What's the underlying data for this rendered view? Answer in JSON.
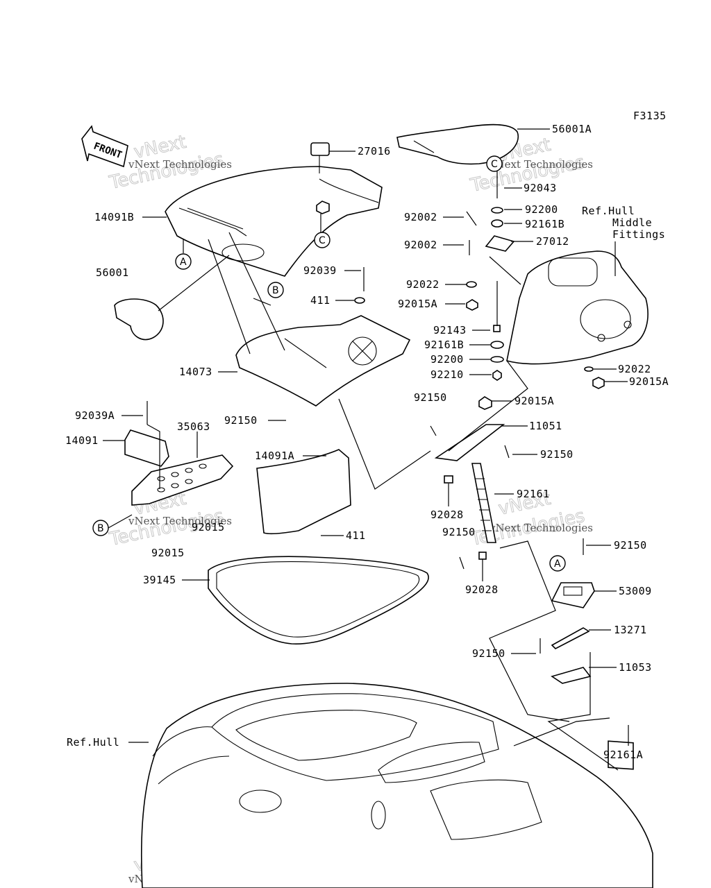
{
  "figure_code": "F3135",
  "front_label": "FRONT",
  "watermark": {
    "brand": "vNext Technologies",
    "short": "vNext",
    "word": "Technologies"
  },
  "callouts": {
    "a": "A",
    "b": "B",
    "c": "C"
  },
  "parts": {
    "p56001A": "56001A",
    "p27016": "27016",
    "p14091B": "14091B",
    "p56001": "56001",
    "p92039": "92039",
    "p411": "411",
    "p14073": "14073",
    "p92150": "92150",
    "p92039A": "92039A",
    "p35063": "35063",
    "p14091": "14091",
    "p14091A": "14091A",
    "p411b": "411",
    "p92015a": "92015",
    "p92015b": "92015",
    "p39145": "39145",
    "p92043": "92043",
    "p92200": "92200",
    "p92161B": "92161B",
    "p92002a": "92002",
    "p27012": "27012",
    "p92002b": "92002",
    "p92022": "92022",
    "p92015A": "92015A",
    "p92143": "92143",
    "p92161Bb": "92161B",
    "p92200b": "92200",
    "p92210": "92210",
    "p92022b": "92022",
    "p92015Ab": "92015A",
    "p92150b": "92150",
    "p92015Ac": "92015A",
    "p11051": "11051",
    "p92150c": "92150",
    "p92161": "92161",
    "p92028": "92028",
    "p92150d": "92150",
    "p92028b": "92028",
    "p92150e": "92150",
    "p53009": "53009",
    "p13271": "13271",
    "p92150f": "92150",
    "p11053": "11053",
    "p92161A": "92161A"
  },
  "refs": {
    "hull_middle_l1": "Ref.Hull",
    "hull_middle_l2": "Middle",
    "hull_middle_l3": "Fittings",
    "hull": "Ref.Hull"
  }
}
